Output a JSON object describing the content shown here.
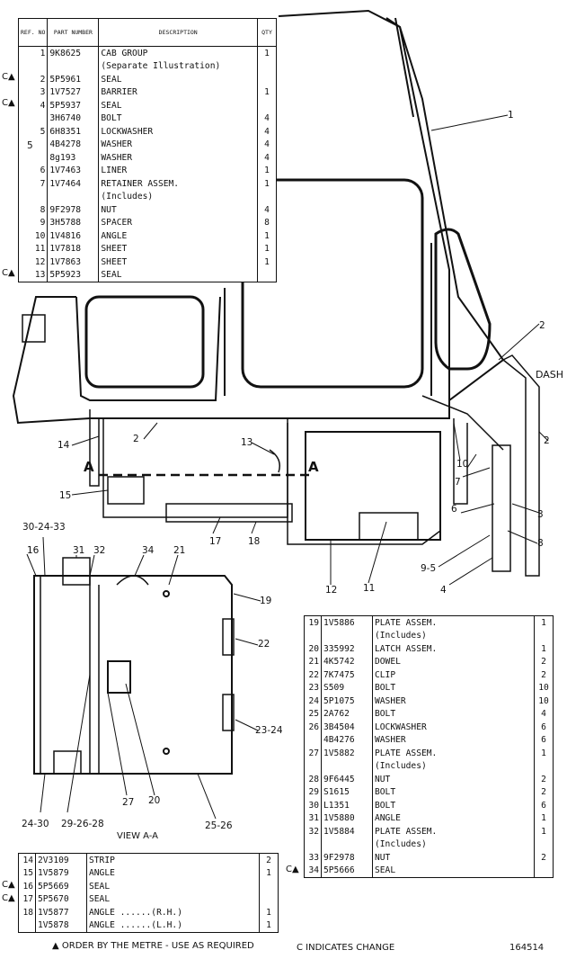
{
  "table1": {
    "headers": {
      "ref": "REF. NO",
      "part": "PART NUMBER",
      "desc": "DESCRIPTION",
      "qty": "QTY"
    },
    "rows": [
      {
        "mark": "",
        "ref": "1",
        "part": "9K8625",
        "desc": "CAB GROUP",
        "qty": "1"
      },
      {
        "mark": "",
        "ref": "",
        "part": "",
        "desc": "(Separate Illustration)",
        "qty": ""
      },
      {
        "mark": "C▲",
        "ref": "2",
        "part": "5P5961",
        "desc": "SEAL",
        "qty": ""
      },
      {
        "mark": "",
        "ref": "3",
        "part": "1V7527",
        "desc": "BARRIER",
        "qty": "1"
      },
      {
        "mark": "C▲",
        "ref": "4",
        "part": "5P5937",
        "desc": "SEAL",
        "qty": ""
      },
      {
        "mark": "",
        "ref": "",
        "part": "3H6740",
        "desc": "BOLT",
        "qty": "4"
      },
      {
        "mark": "",
        "ref": "5",
        "part": "6H8351",
        "desc": "LOCKWASHER",
        "qty": "4"
      },
      {
        "mark": "",
        "ref": "",
        "part": "4B4278",
        "desc": "WASHER",
        "qty": "4"
      },
      {
        "mark": "",
        "ref": "",
        "part": "8g193",
        "desc": "WASHER",
        "qty": "4"
      },
      {
        "mark": "",
        "ref": "6",
        "part": "1V7463",
        "desc": "LINER",
        "qty": "1"
      },
      {
        "mark": "",
        "ref": "7",
        "part": "1V7464",
        "desc": "RETAINER ASSEM.",
        "qty": "1"
      },
      {
        "mark": "",
        "ref": "",
        "part": "",
        "desc": "   (Includes)",
        "qty": ""
      },
      {
        "mark": "",
        "ref": "8",
        "part": "9F2978",
        "desc": "   NUT",
        "qty": "4"
      },
      {
        "mark": "",
        "ref": "9",
        "part": "3H5788",
        "desc": "   SPACER",
        "qty": "8"
      },
      {
        "mark": "",
        "ref": "10",
        "part": "1V4816",
        "desc": "ANGLE",
        "qty": "1"
      },
      {
        "mark": "",
        "ref": "11",
        "part": "1V7818",
        "desc": "SHEET",
        "qty": "1"
      },
      {
        "mark": "",
        "ref": "12",
        "part": "1V7863",
        "desc": "SHEET",
        "qty": "1"
      },
      {
        "mark": "C▲",
        "ref": "13",
        "part": "5P5923",
        "desc": "SEAL",
        "qty": ""
      }
    ]
  },
  "table2": {
    "rows": [
      {
        "mark": "",
        "ref": "19",
        "part": "1V5886",
        "desc": "PLATE ASSEM.",
        "qty": "1"
      },
      {
        "mark": "",
        "ref": "",
        "part": "",
        "desc": "   (Includes)",
        "qty": ""
      },
      {
        "mark": "",
        "ref": "20",
        "part": "335992",
        "desc": "   LATCH ASSEM.",
        "qty": "1"
      },
      {
        "mark": "",
        "ref": "21",
        "part": "4K5742",
        "desc": "   DOWEL",
        "qty": "2"
      },
      {
        "mark": "",
        "ref": "22",
        "part": "7K7475",
        "desc": "CLIP",
        "qty": "2"
      },
      {
        "mark": "",
        "ref": "23",
        "part": "S509",
        "desc": "BOLT",
        "qty": "10"
      },
      {
        "mark": "",
        "ref": "24",
        "part": "5P1075",
        "desc": "WASHER",
        "qty": "10"
      },
      {
        "mark": "",
        "ref": "25",
        "part": "2A762",
        "desc": "BOLT",
        "qty": "4"
      },
      {
        "mark": "",
        "ref": "26",
        "part": "3B4504",
        "desc": "LOCKWASHER",
        "qty": "6"
      },
      {
        "mark": "",
        "ref": "",
        "part": "4B4276",
        "desc": "WASHER",
        "qty": "6"
      },
      {
        "mark": "",
        "ref": "27",
        "part": "1V5882",
        "desc": "PLATE ASSEM.",
        "qty": "1"
      },
      {
        "mark": "",
        "ref": "",
        "part": "",
        "desc": "   (Includes)",
        "qty": ""
      },
      {
        "mark": "",
        "ref": "28",
        "part": "9F6445",
        "desc": "   NUT",
        "qty": "2"
      },
      {
        "mark": "",
        "ref": "29",
        "part": "S1615",
        "desc": "BOLT",
        "qty": "2"
      },
      {
        "mark": "",
        "ref": "30",
        "part": "L1351",
        "desc": "BOLT",
        "qty": "6"
      },
      {
        "mark": "",
        "ref": "31",
        "part": "1V5880",
        "desc": "ANGLE",
        "qty": "1"
      },
      {
        "mark": "",
        "ref": "32",
        "part": "1V5884",
        "desc": "PLATE ASSEM.",
        "qty": "1"
      },
      {
        "mark": "",
        "ref": "",
        "part": "",
        "desc": "   (Includes)",
        "qty": ""
      },
      {
        "mark": "",
        "ref": "33",
        "part": "9F2978",
        "desc": "   NUT",
        "qty": "2"
      },
      {
        "mark": "C▲",
        "ref": "34",
        "part": "5P5666",
        "desc": "SEAL",
        "qty": ""
      }
    ]
  },
  "table3": {
    "rows": [
      {
        "mark": "",
        "ref": "14",
        "part": "2V3109",
        "desc": "STRIP",
        "qty": "2"
      },
      {
        "mark": "",
        "ref": "15",
        "part": "1V5879",
        "desc": "ANGLE",
        "qty": "1"
      },
      {
        "mark": "C▲",
        "ref": "16",
        "part": "5P5669",
        "desc": "SEAL",
        "qty": ""
      },
      {
        "mark": "C▲",
        "ref": "17",
        "part": "5P5670",
        "desc": "SEAL",
        "qty": ""
      },
      {
        "mark": "",
        "ref": "18",
        "part": "1V5877",
        "desc": "ANGLE ......(R.H.)",
        "qty": "1"
      },
      {
        "mark": "",
        "ref": "",
        "part": "1V5878",
        "desc": "ANGLE ......(L.H.)",
        "qty": "1"
      }
    ]
  },
  "callouts": [
    "1",
    "2",
    "2",
    "2",
    "3",
    "4",
    "5",
    "6",
    "7",
    "8",
    "9-5",
    "10",
    "11",
    "12",
    "13",
    "14",
    "15",
    "16",
    "17",
    "18",
    "19",
    "20",
    "21",
    "22",
    "23-24",
    "24-30",
    "25-26",
    "27",
    "29-26-28",
    "30-24-33",
    "31",
    "32",
    "34",
    "A",
    "A"
  ],
  "labels": {
    "dash": "DASH",
    "view": "VIEW A-A",
    "order_note": "▲ ORDER BY THE METRE - USE AS REQUIRED",
    "change_note": "C INDICATES CHANGE",
    "plate_no": "164514"
  }
}
